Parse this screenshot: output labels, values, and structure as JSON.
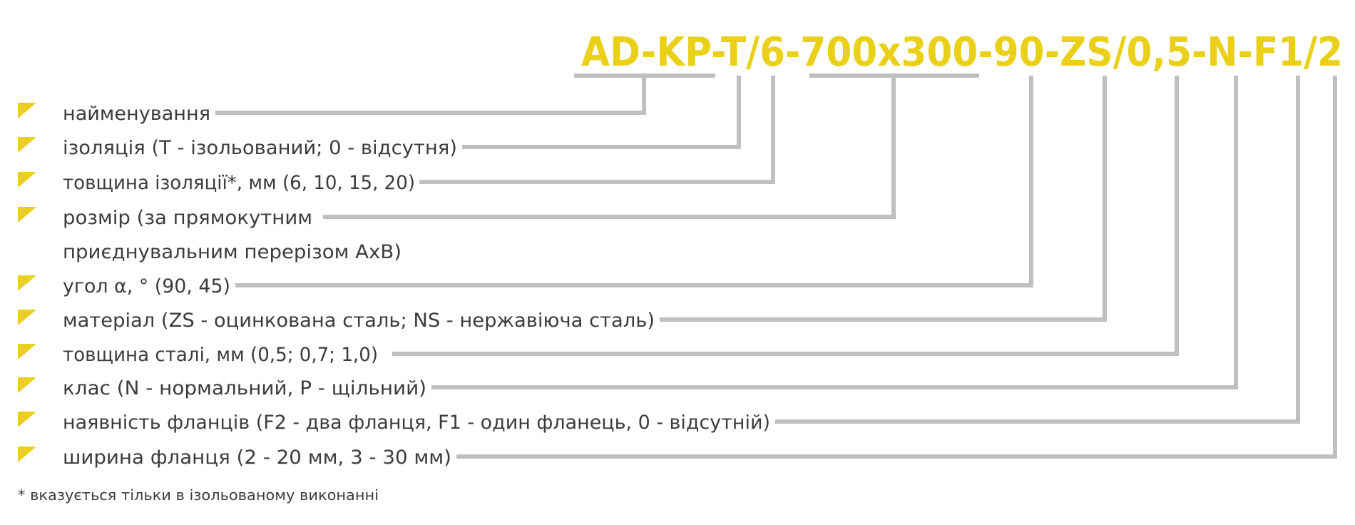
{
  "colors": {
    "accent": "#ead019",
    "leader": "#c0c0c0",
    "text": "#3c3c3c"
  },
  "code": {
    "full": "AD-KP-T/6-700x300-90-ZS/0,5-N-F1/2"
  },
  "items": [
    {
      "text": "найменування",
      "continuation": ""
    },
    {
      "text": "ізоляція (Т - ізольований; 0 - відсутня)",
      "continuation": ""
    },
    {
      "text": "товщина ізоляції*, мм (6, 10, 15, 20)",
      "continuation": ""
    },
    {
      "text": "розмір (за прямокутним",
      "continuation": "приєднувальним перерізом АхВ)"
    },
    {
      "text": "угол α, ° (90, 45)",
      "continuation": ""
    },
    {
      "text": "матеріал (ZS - оцинкована сталь; NS - нержавіюча сталь)",
      "continuation": ""
    },
    {
      "text": "товщина сталі, мм (0,5; 0,7; 1,0)",
      "continuation": ""
    },
    {
      "text": "клас (N - нормальний, P - щільний)",
      "continuation": ""
    },
    {
      "text": "наявність фланців (F2 - два фланця, F1 - один фланець, 0 - відсутній)",
      "continuation": ""
    },
    {
      "text": "ширина фланця (2 - 20 мм, 3 - 30 мм)",
      "continuation": ""
    }
  ],
  "footnote": "* вказується тільки в ізольованому виконанні"
}
